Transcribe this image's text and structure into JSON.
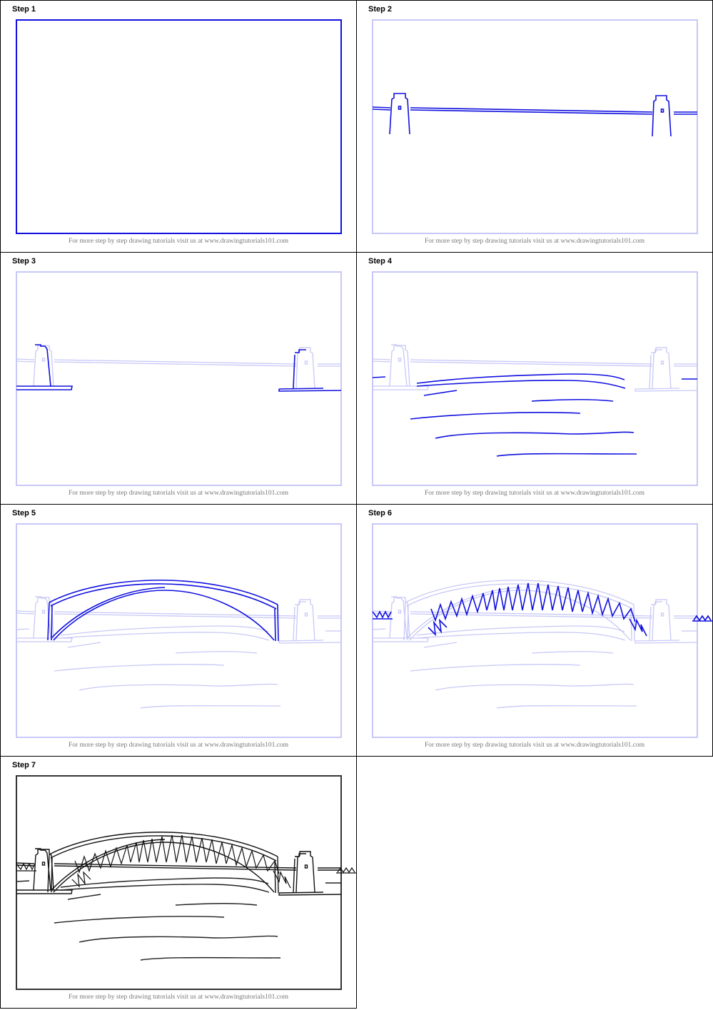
{
  "steps": [
    {
      "label": "Step 1"
    },
    {
      "label": "Step 2"
    },
    {
      "label": "Step 3"
    },
    {
      "label": "Step 4"
    },
    {
      "label": "Step 5"
    },
    {
      "label": "Step 6"
    },
    {
      "label": "Step 7"
    }
  ],
  "footer_text": "For more step by step drawing tutorials visit us at www.drawingtutorials101.com",
  "colors": {
    "active_stroke": "#1010e0",
    "guide_stroke": "#c8c8f8",
    "final_stroke": "#000000",
    "grid": "#000000"
  }
}
